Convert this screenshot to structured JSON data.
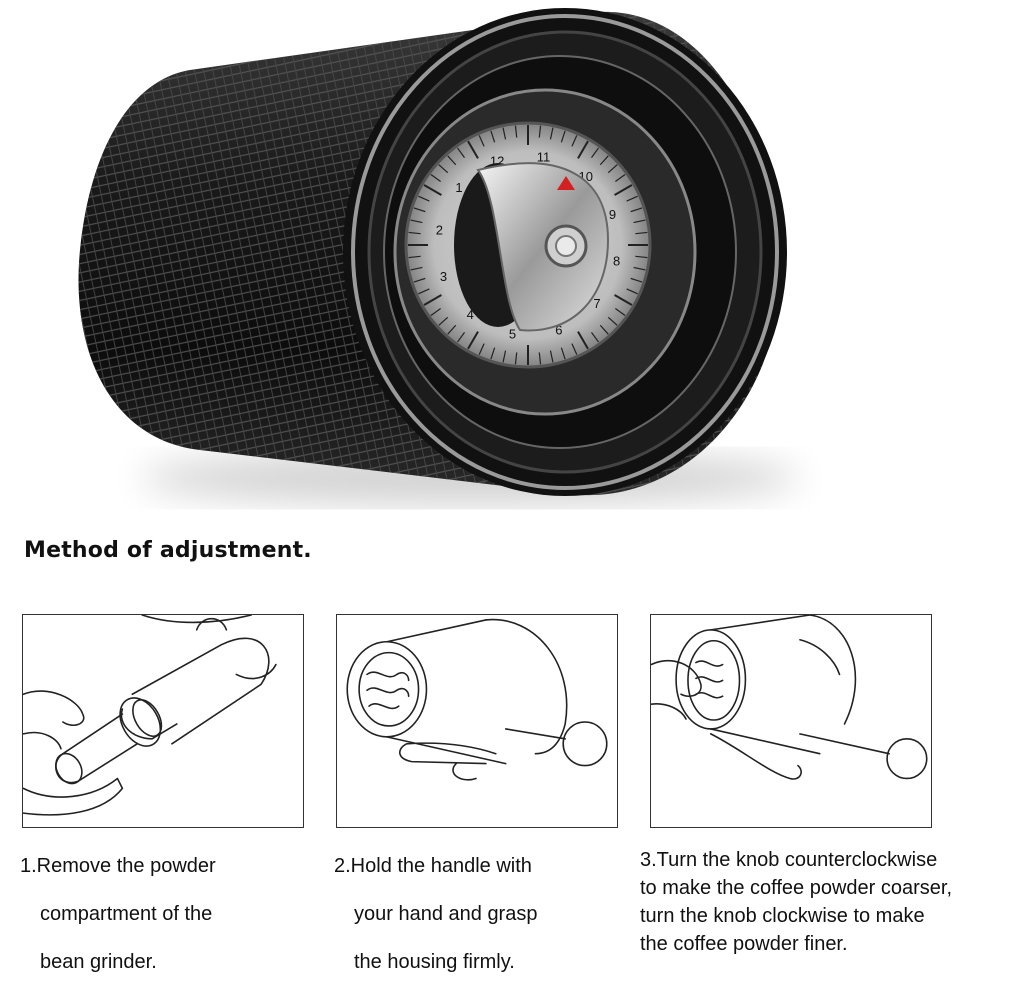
{
  "heading": "Method of adjustment.",
  "dial": {
    "numbers": [
      "1",
      "2",
      "3",
      "4",
      "5",
      "6",
      "7",
      "8",
      "9",
      "10",
      "11",
      "12"
    ],
    "indicator_color": "#d32020"
  },
  "steps": [
    {
      "lines": [
        "1.Remove the powder",
        "compartment of the",
        "bean grinder."
      ]
    },
    {
      "lines": [
        "2.Hold the handle with",
        "your hand and grasp",
        "the housing firmly."
      ]
    },
    {
      "lines": [
        "3.Turn the knob counterclockwise",
        "to make the coffee powder coarser,",
        "turn the knob clockwise to make",
        "the coffee powder finer."
      ]
    }
  ]
}
